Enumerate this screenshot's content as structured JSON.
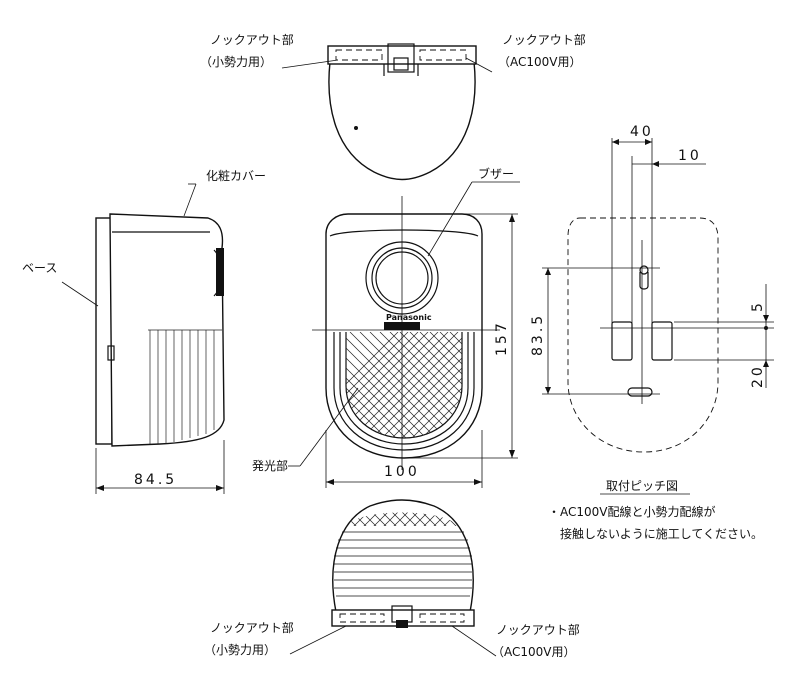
{
  "labels": {
    "knockout_top_left": "ノックアウト部",
    "knockout_top_left_sub": "（小勢力用）",
    "knockout_top_right": "ノックアウト部",
    "knockout_top_right_sub": "（AC100V用）",
    "cosmetic_cover": "化粧カバー",
    "base": "ベース",
    "buzzer": "ブザー",
    "light_emitting": "発光部",
    "brand": "Panasonic",
    "knockout_bottom_left": "ノックアウト部",
    "knockout_bottom_left_sub": "（小勢力用）",
    "knockout_bottom_right": "ノックアウト部",
    "knockout_bottom_right_sub": "（AC100V用）"
  },
  "dimensions": {
    "side_depth": "84.5",
    "front_width": "100",
    "front_height": "157",
    "pitch_width": "40",
    "pitch_slot": "10",
    "pitch_height": "83.5",
    "pitch_small": "5",
    "pitch_bottom": "20"
  },
  "pitch_caption": "取付ピッチ図",
  "notes": {
    "line1": "・AC100V配線と小勢力配線が",
    "line2": "接触しないように施工してください。"
  }
}
